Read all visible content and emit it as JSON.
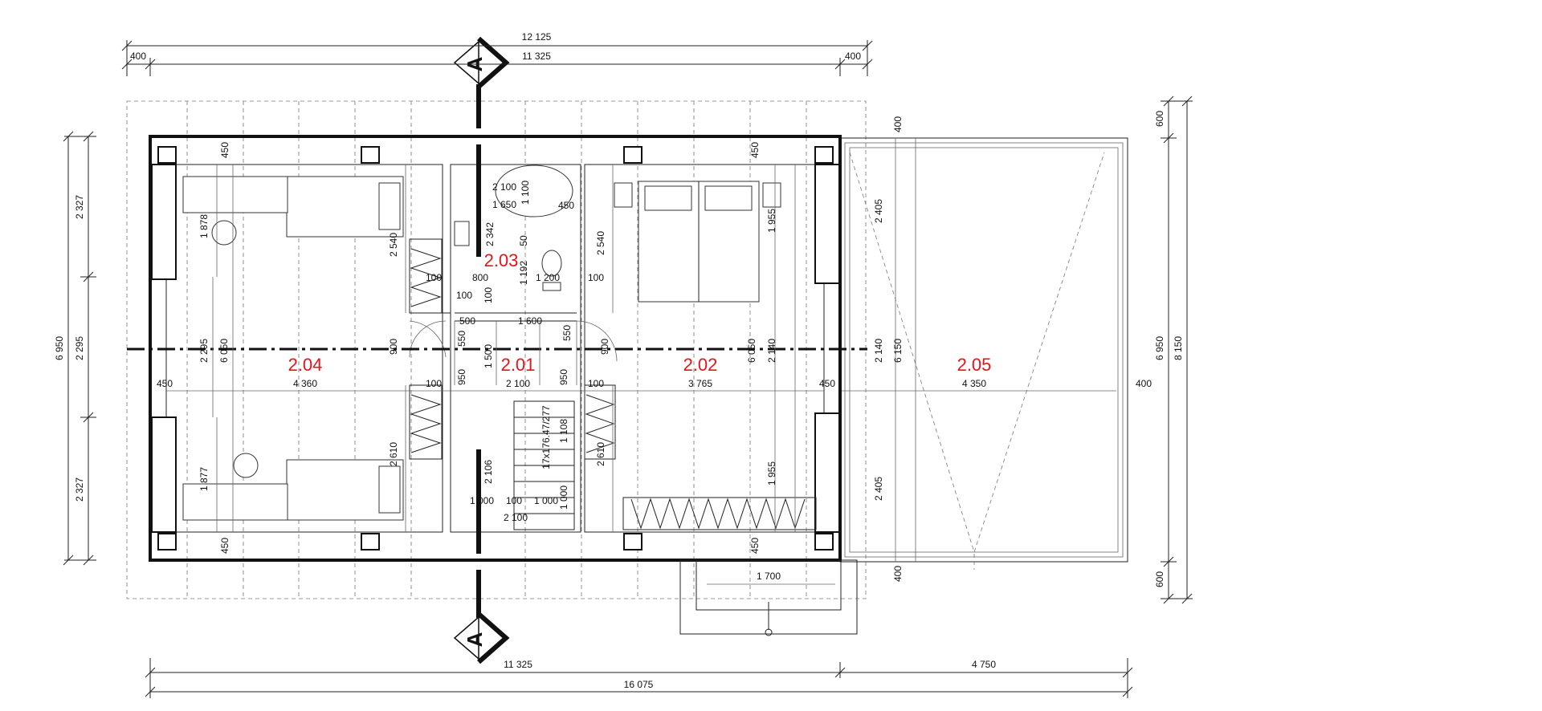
{
  "rooms": [
    {
      "id": "2.04",
      "area": "4 360"
    },
    {
      "id": "2.01",
      "area": "2 100"
    },
    {
      "id": "2.02",
      "area": "3 765"
    },
    {
      "id": "2.05",
      "area": "4 350"
    },
    {
      "id": "2.03",
      "area": ""
    }
  ],
  "section_marker": "A",
  "top_dims": {
    "overall": "12 125",
    "inner": "11 325",
    "left_overhang": "400",
    "right_overhang": "400"
  },
  "bottom_dims": {
    "left": "11 325",
    "right": "4 750",
    "overall": "16 075"
  },
  "left_dims": {
    "overall": "6 950",
    "top": "2 327",
    "middle": "2 295",
    "bottom": "2 327"
  },
  "right_dims": {
    "overall_a": "6 950",
    "overall_b": "8 150",
    "top": "600",
    "bottom": "600"
  },
  "interior_dims": {
    "d450_tl": "450",
    "d450_tr": "450",
    "d450_bl": "450",
    "d450_br": "450",
    "d450_left": "450",
    "d450_right": "450",
    "d450_bath": "450",
    "d1878": "1 878",
    "d1877": "1 877",
    "d2540_l": "2 540",
    "d2540_r": "2 540",
    "d2610_l": "2 610",
    "d2610_r": "2 610",
    "d2295_l": "2 295",
    "d6050_l": "6 050",
    "d6050_r": "6 050",
    "d2140_r": "2 140",
    "d2140_t": "2 140",
    "d6150": "6 150",
    "d2405_t": "2 405",
    "d2405_b": "2 405",
    "d1955_t": "1 955",
    "d1955_b": "1 955",
    "d400_t": "400",
    "d400_b": "400",
    "d400_r": "400",
    "d2100_bath": "2 100",
    "d1650": "1 650",
    "d1100": "1 100",
    "d2342": "2 342",
    "d50": "50",
    "d1192": "1 192",
    "d1200": "1 200",
    "d800": "800",
    "d100_a": "100",
    "d100_b": "100",
    "d100_c": "100",
    "d100_d": "100",
    "d100_e": "100",
    "d100_f": "100",
    "d100_g": "100",
    "d500": "500",
    "d1600": "1 600",
    "d550_l": "550",
    "d550_r": "550",
    "d900_l": "900",
    "d900_r": "900",
    "d1500": "1 500",
    "d950_l": "950",
    "d950_r": "950",
    "d1108": "1 108",
    "d_stair": "17x176.47/277",
    "d2106": "2 106",
    "d1000_a": "1 000",
    "d1000_b": "1 000",
    "d1000_c": "1 000",
    "d2100_st": "2 100",
    "d1700": "1 700"
  }
}
